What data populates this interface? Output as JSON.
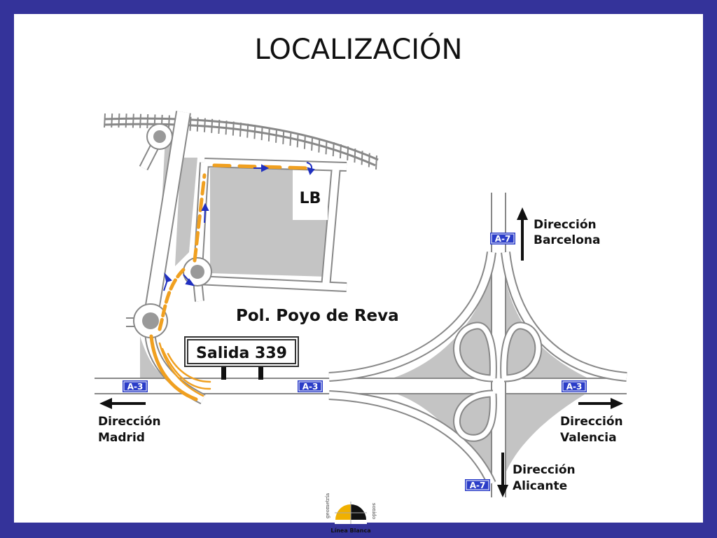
{
  "title": "LOCALIZACIÓN",
  "map": {
    "company_label": "LB",
    "industrial_estate": "Pol. Poyo de Reva",
    "exit_sign": "Salida 339",
    "roads": {
      "a3_left": "A-3",
      "a3_center": "A-3",
      "a3_right": "A-3",
      "a7_top": "A-7",
      "a7_bottom": "A-7"
    },
    "directions": {
      "barcelona_1": "Dirección",
      "barcelona_2": "Barcelona",
      "madrid_1": "Dirección",
      "madrid_2": "Madrid",
      "valencia_1": "Dirección",
      "valencia_2": "Valencia",
      "alicante_1": "Dirección",
      "alicante_2": "Alicante"
    },
    "colors": {
      "route": "#f0a020",
      "arrow": "#2030c0",
      "shield": "#2b3dc8",
      "road_fill": "#ffffff",
      "road_edge": "#888888",
      "gray_area": "#c4c4c4",
      "frame": "#34339a"
    }
  },
  "logo": {
    "brand": "Línea Blanca",
    "left_text": "geometría",
    "right_text": "sonido"
  }
}
